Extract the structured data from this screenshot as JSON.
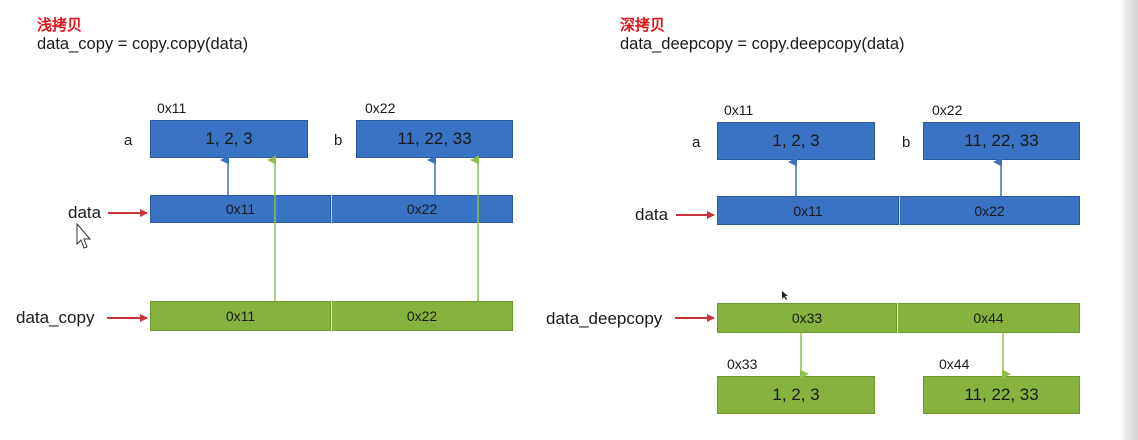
{
  "shallow": {
    "title": "浅拷贝",
    "code": "data_copy = copy.copy(data)",
    "addr_a": "0x11",
    "addr_b": "0x22",
    "var_a": "a",
    "var_b": "b",
    "box_a": "1, 2, 3",
    "box_b": "11, 22, 33",
    "data_label": "data",
    "data_cells": [
      "0x11",
      "0x22"
    ],
    "copy_label": "data_copy",
    "copy_cells": [
      "0x11",
      "0x22"
    ]
  },
  "deep": {
    "title": "深拷贝",
    "code": "data_deepcopy = copy.deepcopy(data)",
    "addr_a": "0x11",
    "addr_b": "0x22",
    "var_a": "a",
    "var_b": "b",
    "box_a": "1, 2, 3",
    "box_b": "11, 22, 33",
    "data_label": "data",
    "data_cells": [
      "0x11",
      "0x22"
    ],
    "copy_label": "data_deepcopy",
    "copy_cells": [
      "0x33",
      "0x44"
    ],
    "addr_new_a": "0x33",
    "addr_new_b": "0x44",
    "new_box_a": "1, 2, 3",
    "new_box_b": "11, 22, 33"
  },
  "colors": {
    "blue": "#3a72c4",
    "green": "#86b33f",
    "title_red": "#e0161c",
    "pointer_red": "#c8343a",
    "blue_arrow": "#3a72c4",
    "green_arrow": "#8fc04a"
  }
}
